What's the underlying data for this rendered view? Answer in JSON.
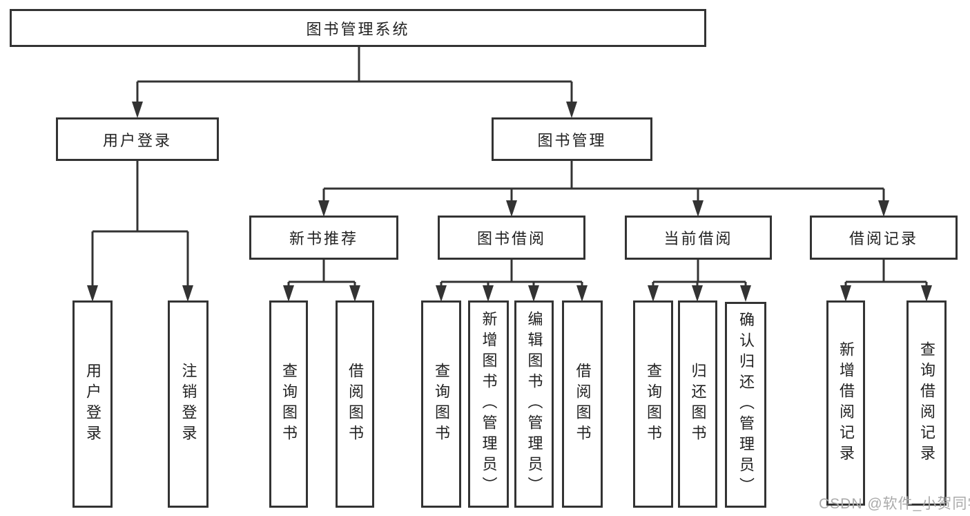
{
  "diagram_title": "图书管理系统",
  "tree": {
    "label": "图书管理系统",
    "children": [
      {
        "label": "用户登录",
        "children": [
          {
            "label": "用户登录"
          },
          {
            "label": "注销登录"
          }
        ]
      },
      {
        "label": "图书管理",
        "children": [
          {
            "label": "新书推荐",
            "children": [
              {
                "label": "查询图书"
              },
              {
                "label": "借阅图书"
              }
            ]
          },
          {
            "label": "图书借阅",
            "children": [
              {
                "label": "查询图书"
              },
              {
                "label": "新增图书（管理员）"
              },
              {
                "label": "编辑图书（管理员）"
              },
              {
                "label": "借阅图书"
              }
            ]
          },
          {
            "label": "当前借阅",
            "children": [
              {
                "label": "查询图书"
              },
              {
                "label": "归还图书"
              },
              {
                "label": "确认归还（管理员）"
              }
            ]
          },
          {
            "label": "借阅记录",
            "children": [
              {
                "label": "新增借阅记录"
              },
              {
                "label": "查询借阅记录"
              }
            ]
          }
        ]
      }
    ]
  },
  "watermark": "CSDN @软件_小贺同学",
  "colors": {
    "line": "#333333",
    "text": "#222222",
    "watermark": "#aaaaaa",
    "background": "#ffffff"
  }
}
